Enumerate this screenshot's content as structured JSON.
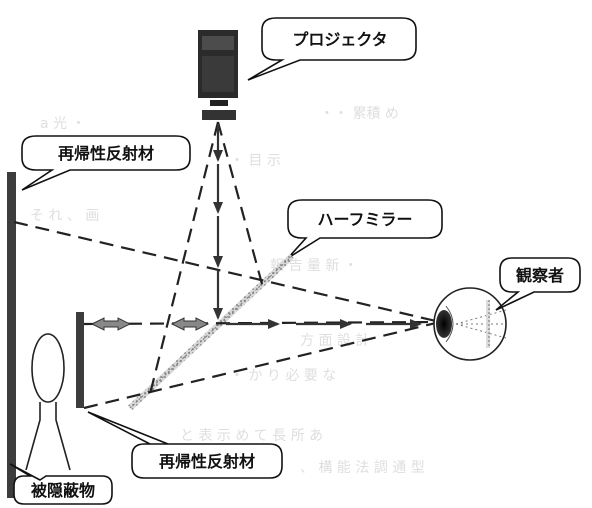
{
  "labels": {
    "projector": "プロジェクタ",
    "retroreflector_top": "再帰性反射材",
    "half_mirror": "ハーフミラー",
    "observer": "観察者",
    "retroreflector_bottom": "再帰性反射材",
    "hidden_object": "被隠蔽物"
  }
}
